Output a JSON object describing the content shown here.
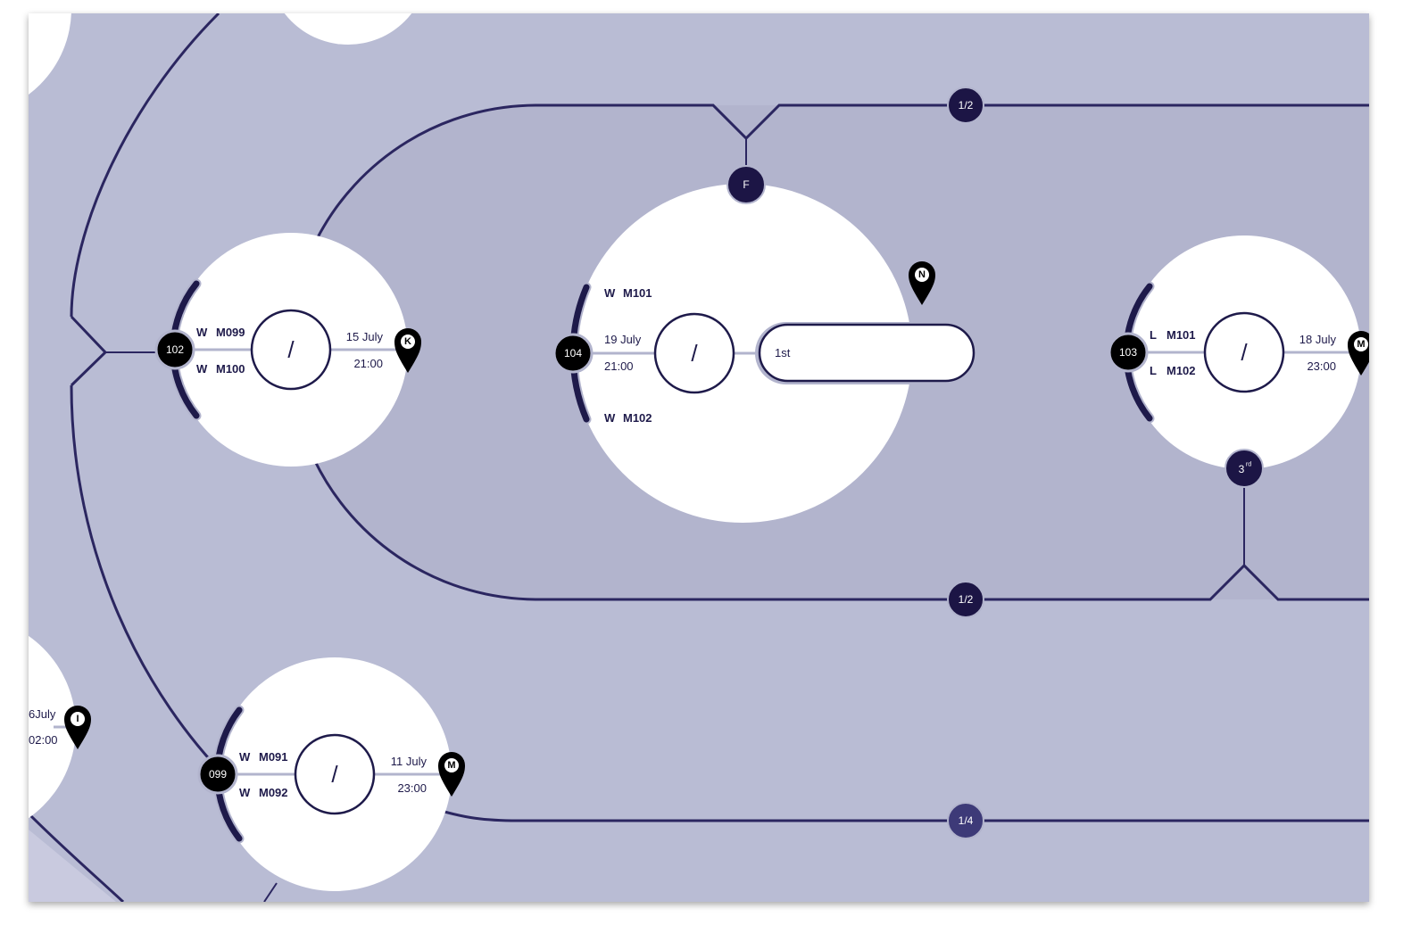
{
  "colors": {
    "canvas_outer": "#b9bcd4",
    "canvas_inner": "#b2b4cd",
    "line": "#2b2660",
    "node_badge": "#000000",
    "dark_badge": "#1c1545",
    "mid_badge": "#3d3a78",
    "card": "#ffffff"
  },
  "stages": {
    "top_half": "1/2",
    "bottom_half": "1/2",
    "quarter": "1/4",
    "final_badge": "F",
    "third_badge": "3",
    "third_sup": "rd"
  },
  "match_102": {
    "id": "102",
    "team_a_result": "W",
    "team_a": "M099",
    "team_b_result": "W",
    "team_b": "M100",
    "date": "15 July",
    "time": "21:00",
    "venue": "K",
    "score": "/"
  },
  "match_104": {
    "id": "104",
    "team_a_result": "W",
    "team_a": "M101",
    "team_b_result": "W",
    "team_b": "M102",
    "date": "19 July",
    "time": "21:00",
    "venue": "N",
    "score": "/",
    "winner_label": "1st"
  },
  "match_103": {
    "id": "103",
    "team_a_result": "L",
    "team_a": "M101",
    "team_b_result": "L",
    "team_b": "M102",
    "date": "18 July",
    "time": "23:00",
    "venue": "M",
    "score": "/"
  },
  "match_099": {
    "id": "099",
    "team_a_result": "W",
    "team_a": "M091",
    "team_b_result": "W",
    "team_b": "M092",
    "date": "11 July",
    "time": "23:00",
    "venue": "M",
    "score": "/"
  },
  "match_partial": {
    "date": "6July",
    "time": "02:00",
    "venue": "I"
  }
}
